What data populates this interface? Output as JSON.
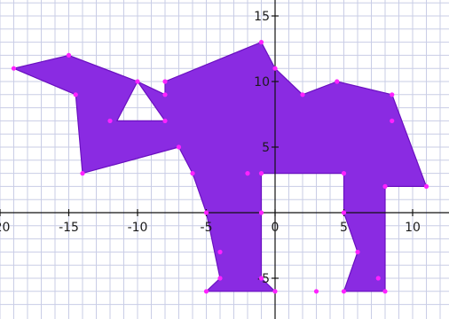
{
  "diagram": {
    "type": "coordinate-plane-figure",
    "grid": true,
    "grid_step": 1,
    "x_range": [
      -20.5,
      12.5
    ],
    "y_range": [
      -7.5,
      16.5
    ],
    "axes": {
      "x_ticks": [
        {
          "value": -20,
          "label": "-20"
        },
        {
          "value": -15,
          "label": "-15"
        },
        {
          "value": -10,
          "label": "-10"
        },
        {
          "value": -5,
          "label": "-5"
        },
        {
          "value": 0,
          "label": "0"
        },
        {
          "value": 5,
          "label": "5"
        },
        {
          "value": 10,
          "label": "10"
        }
      ],
      "y_ticks": [
        {
          "value": 15,
          "label": "15"
        },
        {
          "value": 10,
          "label": "10"
        },
        {
          "value": 5,
          "label": "5"
        },
        {
          "value": -5,
          "label": "-5"
        }
      ]
    },
    "colors": {
      "fill": "#8a2be2",
      "vertex": "#ff22ff",
      "axis": "#111111",
      "grid": "#c9cde6",
      "background": "#ffffff",
      "edge": "#6a10c0"
    },
    "polygon": [
      [
        -19,
        11
      ],
      [
        -15,
        12
      ],
      [
        -10,
        10
      ],
      [
        -8,
        9
      ],
      [
        -8,
        10
      ],
      [
        -1,
        13
      ],
      [
        0,
        11
      ],
      [
        2,
        9
      ],
      [
        4.5,
        10
      ],
      [
        8.5,
        9
      ],
      [
        11,
        2
      ],
      [
        8,
        2
      ],
      [
        8,
        -6
      ],
      [
        5,
        -6
      ],
      [
        6,
        -3
      ],
      [
        5,
        0
      ],
      [
        5,
        3
      ],
      [
        -1,
        3
      ],
      [
        -1,
        -5
      ],
      [
        0,
        -6
      ],
      [
        -5,
        -6
      ],
      [
        -4,
        -5
      ],
      [
        -5,
        0
      ],
      [
        -6,
        3
      ],
      [
        -7,
        5
      ],
      [
        -14,
        3
      ],
      [
        -14.5,
        9
      ],
      [
        -19,
        11
      ]
    ],
    "vertices": [
      [
        -19,
        11
      ],
      [
        -15,
        12
      ],
      [
        -14.5,
        9
      ],
      [
        -14,
        3
      ],
      [
        -10,
        10
      ],
      [
        -12,
        7
      ],
      [
        -8,
        9
      ],
      [
        -8,
        10
      ],
      [
        -7,
        5
      ],
      [
        -8,
        7
      ],
      [
        -1,
        13
      ],
      [
        0,
        11
      ],
      [
        2,
        9
      ],
      [
        4.5,
        10
      ],
      [
        8.5,
        9
      ],
      [
        8.5,
        7
      ],
      [
        11,
        2
      ],
      [
        8,
        2
      ],
      [
        8,
        -6
      ],
      [
        7.5,
        -5
      ],
      [
        5,
        -6
      ],
      [
        3,
        -6
      ],
      [
        6,
        -3
      ],
      [
        5,
        0
      ],
      [
        5,
        3
      ],
      [
        -1,
        3
      ],
      [
        -1,
        0
      ],
      [
        -1,
        -5
      ],
      [
        0,
        -6
      ],
      [
        -5,
        -6
      ],
      [
        -4,
        -5
      ],
      [
        -4,
        -3
      ],
      [
        -5,
        0
      ],
      [
        -6,
        3
      ],
      [
        -2,
        3
      ]
    ],
    "hole": [
      [
        -10,
        10
      ],
      [
        -11.5,
        7
      ],
      [
        -8,
        7
      ]
    ]
  }
}
